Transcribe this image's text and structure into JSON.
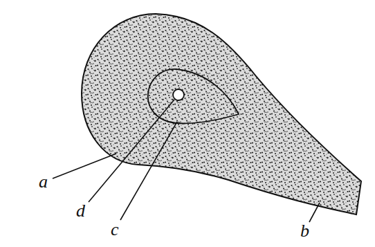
{
  "diagram": {
    "labels": [
      "a",
      "d",
      "c",
      "b"
    ]
  }
}
